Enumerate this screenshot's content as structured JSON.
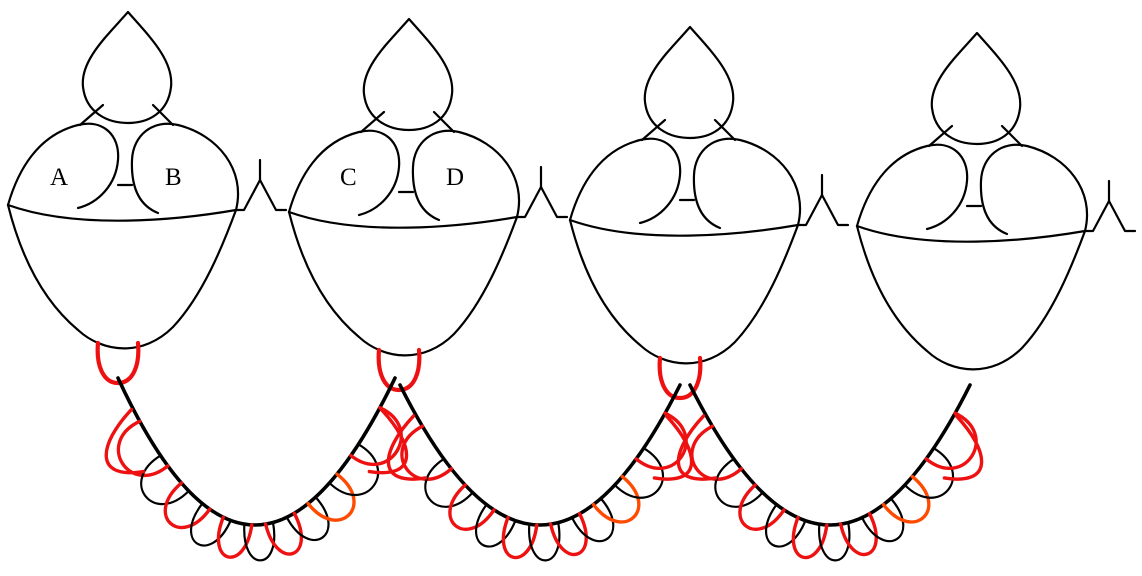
{
  "labels": [
    "A",
    "B",
    "C",
    "D"
  ],
  "colors": {
    "outline": "#000000",
    "red_loops": "#ee1111",
    "orange_loops": "#ff4a00"
  },
  "motif_count": 4,
  "scallop_count": 3
}
